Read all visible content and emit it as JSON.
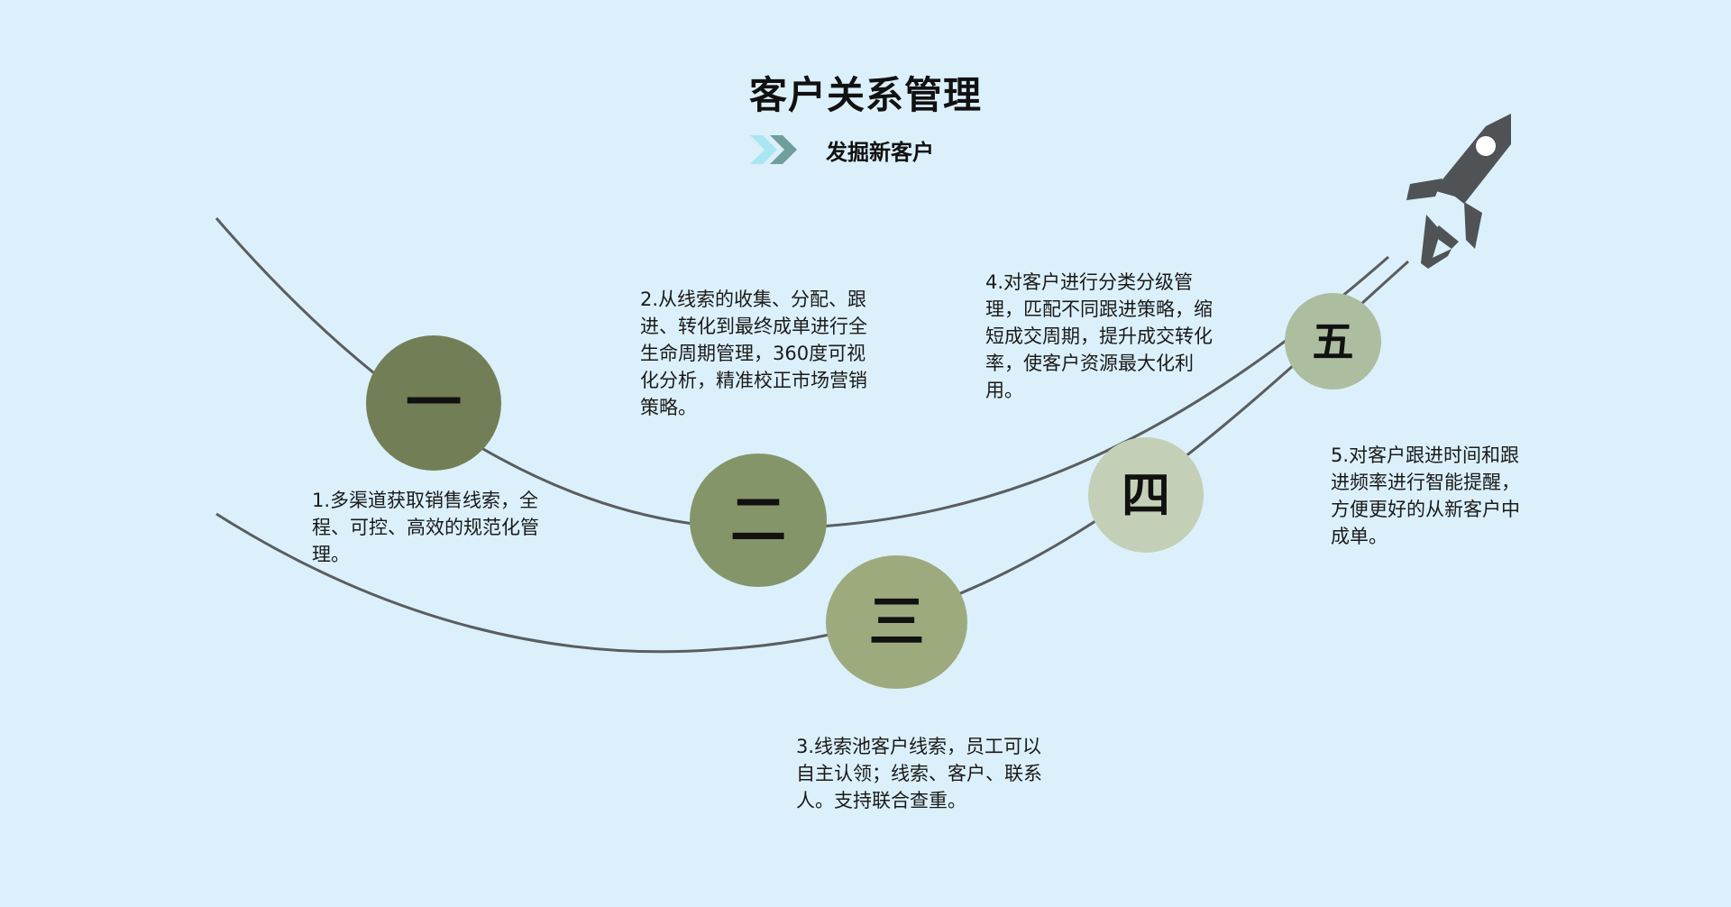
{
  "header": {
    "title": "客户关系管理",
    "subtitle": "发掘新客户"
  },
  "colors": {
    "background": "#dbf0fa",
    "path_line": "#5a5d60",
    "chevron_light": "#a9e6f2",
    "chevron_dark": "#6f9e9c",
    "rocket": "#4f5356"
  },
  "steps": [
    {
      "numeral": "一",
      "text": "1.多渠道获取销售线索，全程、可控、高效的规范化管理。",
      "color": "#727f56"
    },
    {
      "numeral": "二",
      "text": "2.从线索的收集、分配、跟进、转化到最终成单进行全生命周期管理，360度可视化分析，精准校正市场营销策略。",
      "color": "#85956a"
    },
    {
      "numeral": "三",
      "text": "3.线索池客户线索，员工可以自主认领；线索、客户、联系人。支持联合查重。",
      "color": "#9daa7e"
    },
    {
      "numeral": "四",
      "text": "4.对客户进行分类分级管理，匹配不同跟进策略，缩短成交周期，提升成交转化率，使客户资源最大化利用。",
      "color": "#c3d0b7"
    },
    {
      "numeral": "五",
      "text": "5.对客户跟进时间和跟进频率进行智能提醒，方便更好的从新客户中成单。",
      "color": "#adbd9f"
    }
  ]
}
